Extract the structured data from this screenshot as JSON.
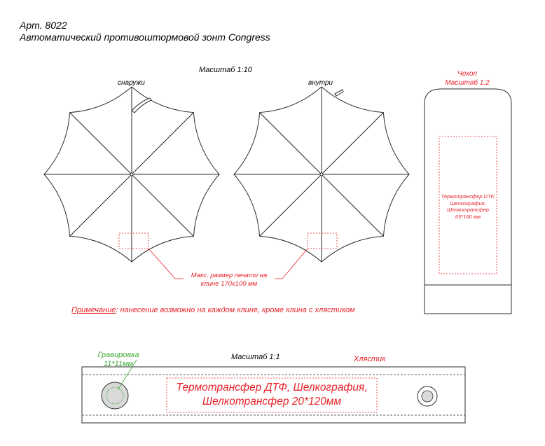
{
  "header": {
    "article": "Арт. 8022",
    "product": "Автоматический противоштормовой зонт Congress"
  },
  "scale_umbrella": "Масштаб 1:10",
  "umbrella_outside_label": "снаружи",
  "umbrella_inside_label": "внутри",
  "cover": {
    "title": "Чехол",
    "scale": "Масштаб 1:2",
    "print_text": "Термотрансфер DTF, Шелкография, Шелкотрансфер 65*160 мм"
  },
  "panel_print_max": "Макс. размер печати на клине 170х100 мм",
  "note": {
    "label": "Примечание",
    "text": ": нанесение возможно на каждом клине, кроме клина с хлястиком"
  },
  "strap": {
    "scale": "Масштаб 1:1",
    "engraving": "Гравировка 11*11мм",
    "label": "Хлястик",
    "print_text": "Термотрансфер ДТФ, Шелкография, Шелкотрансфер 20*120мм"
  },
  "colors": {
    "outline": "#2b2b2b",
    "accent_red": "#e8232a",
    "accent_green": "#3aa935",
    "button_fill": "#d9d9d9"
  }
}
